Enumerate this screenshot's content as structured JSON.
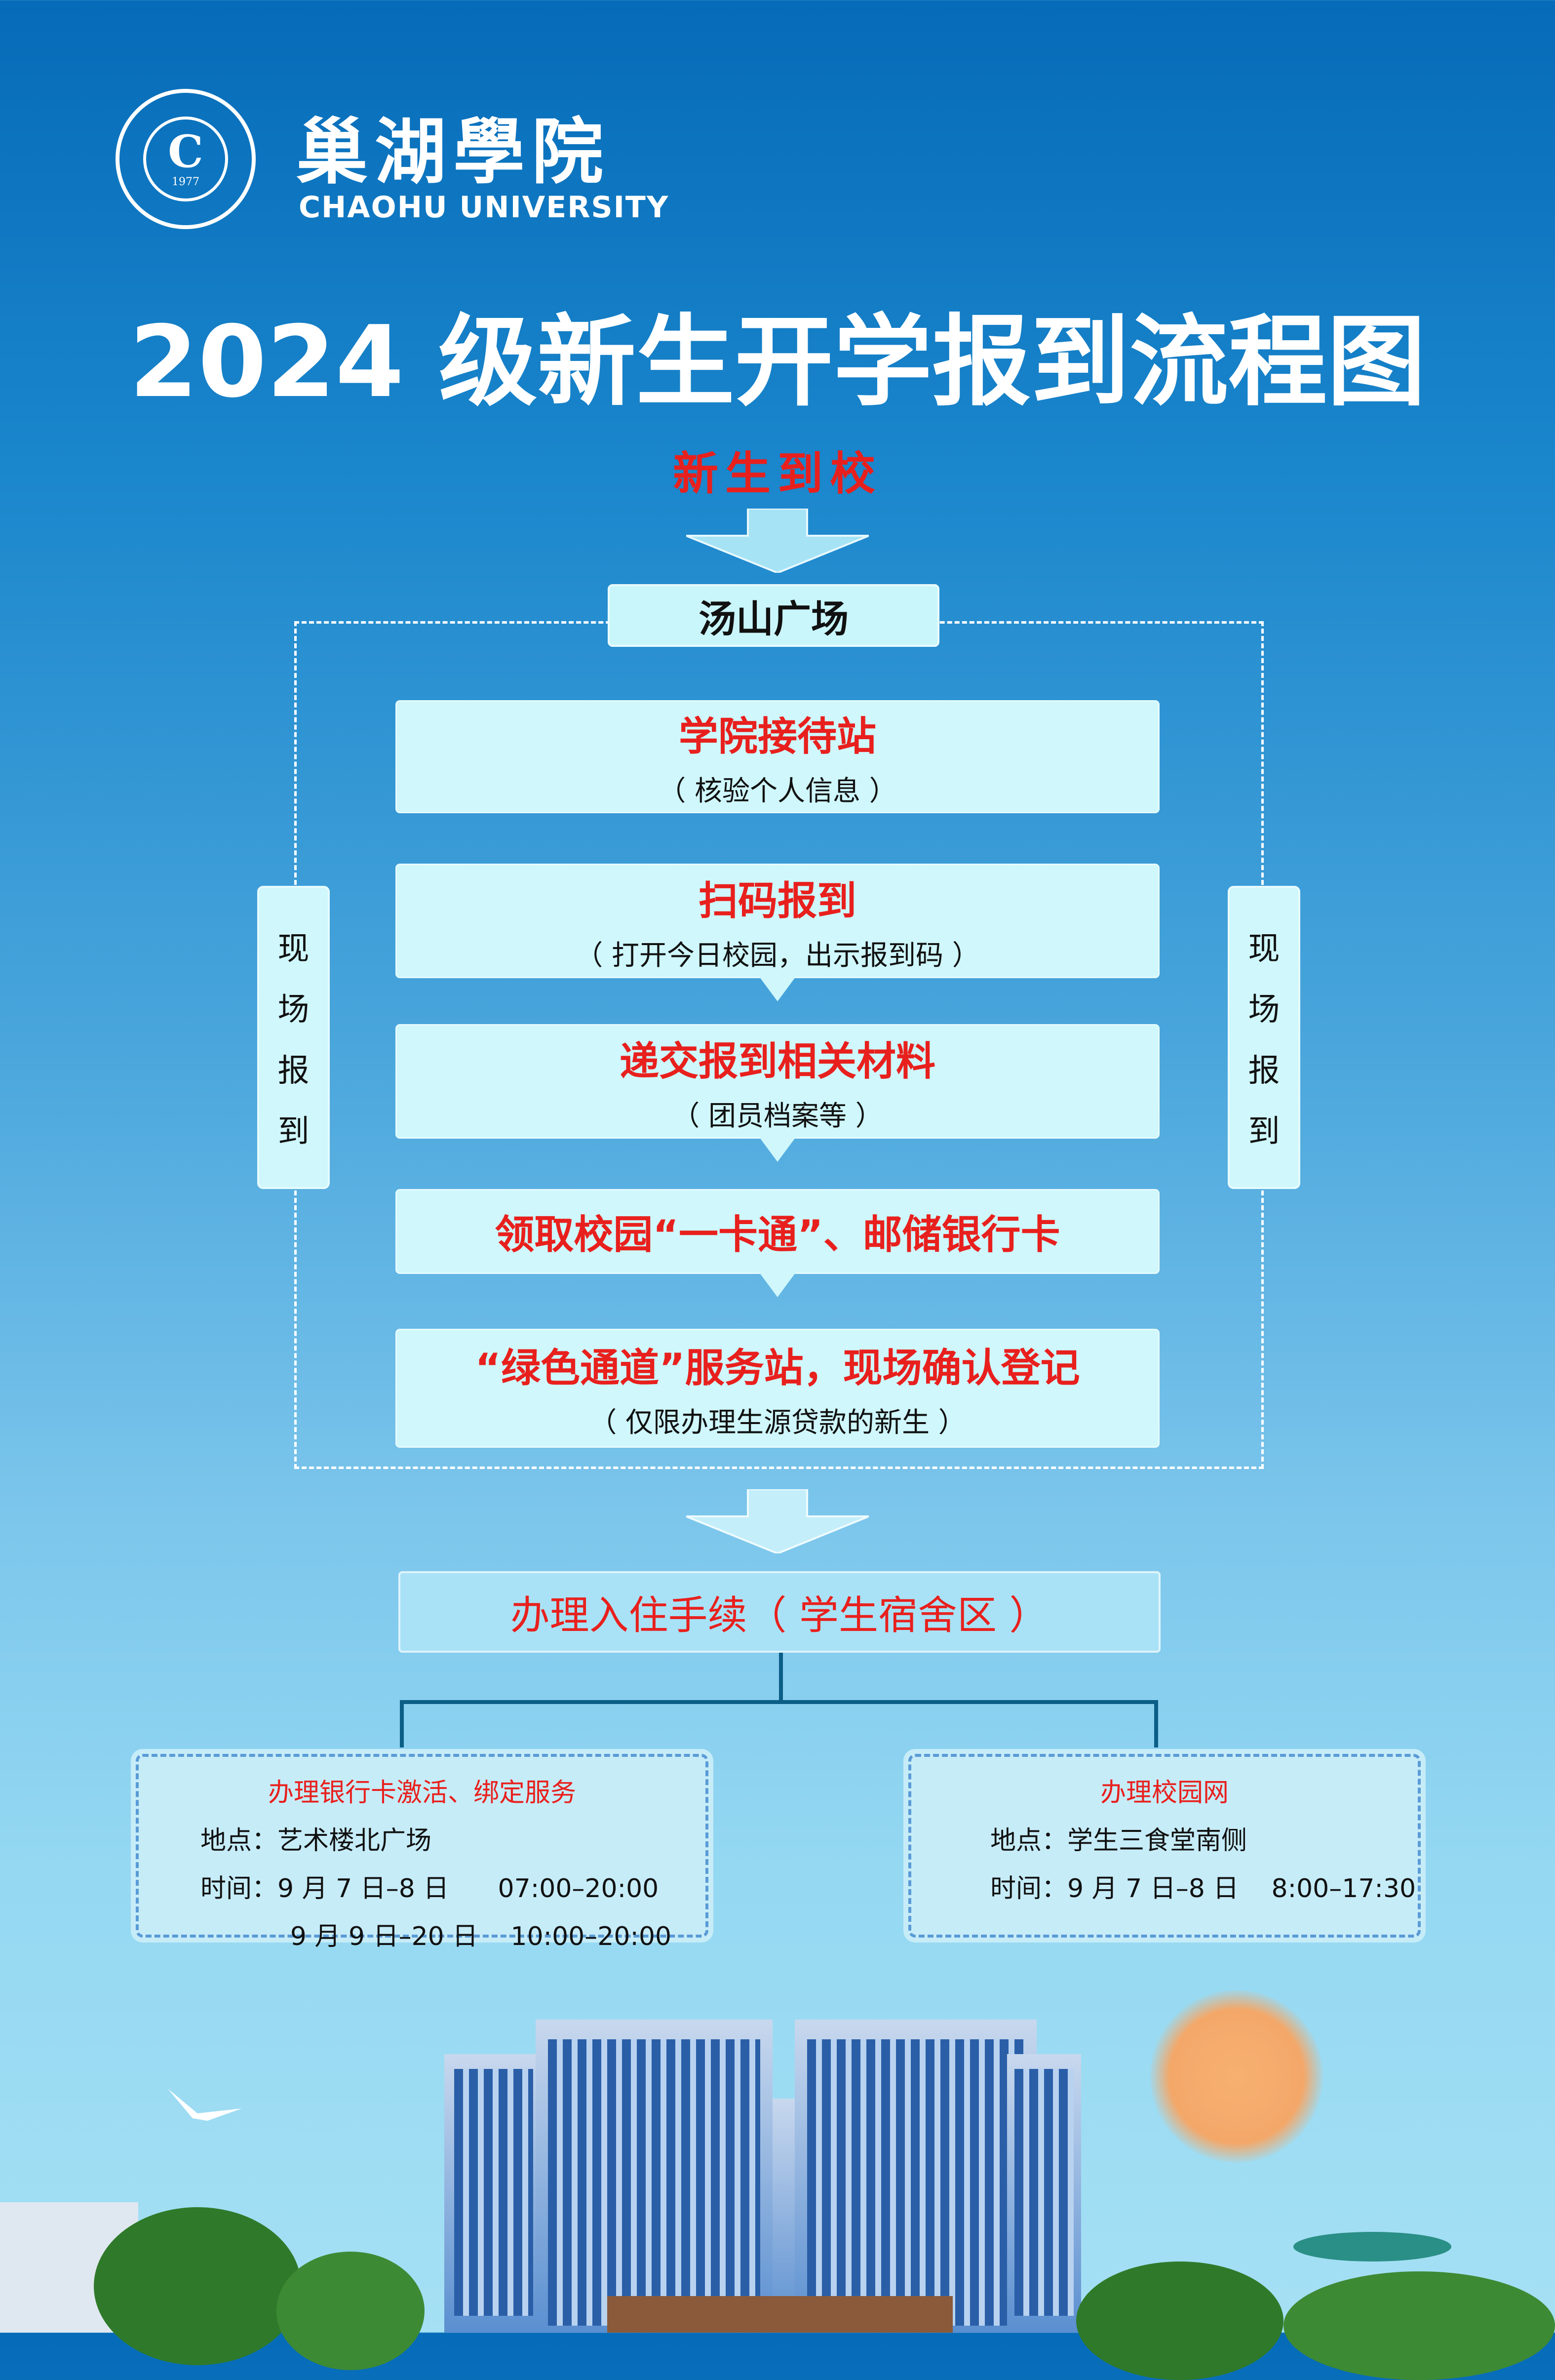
{
  "header": {
    "logo_cn": "巢湖學院",
    "logo_en": "CHAOHU UNIVERSITY",
    "seal_year": "1977",
    "seal_letter": "C",
    "title": "2024 级新生开学报到流程图"
  },
  "flow": {
    "start": "新生到校",
    "plaza": "汤山广场",
    "side_label": [
      "现",
      "场",
      "报",
      "到"
    ],
    "steps": [
      {
        "title": "学院接待站",
        "sub": "（ 核验个人信息 ）"
      },
      {
        "title": "扫码报到",
        "sub": "（ 打开今日校园，出示报到码 ）"
      },
      {
        "title": "递交报到相关材料",
        "sub": "（ 团员档案等 ）"
      },
      {
        "title": "领取校园“一卡通”、邮储银行卡"
      },
      {
        "title": "“绿色通道”服务站，现场确认登记",
        "sub": "（ 仅限办理生源贷款的新生 ）"
      }
    ],
    "checkin": "办理入住手续（ 学生宿舍区 ）"
  },
  "services": [
    {
      "title": "办理银行卡激活、绑定服务",
      "rows": [
        "地点：艺术楼北广场",
        "时间：9 月 7 日–8 日      07:00–20:00",
        "           9 月 9 日–20 日    10:00–20:00"
      ]
    },
    {
      "title": "办理校园网",
      "rows": [
        "地点：学生三食堂南侧",
        "时间：9 月 7 日–8 日    8:00–17:30"
      ]
    }
  ],
  "colors": {
    "accent_red": "#e8201d",
    "box_fill": "#cff7fc",
    "bg_top": "#066bb8",
    "bg_bottom": "#a5e0f4"
  }
}
